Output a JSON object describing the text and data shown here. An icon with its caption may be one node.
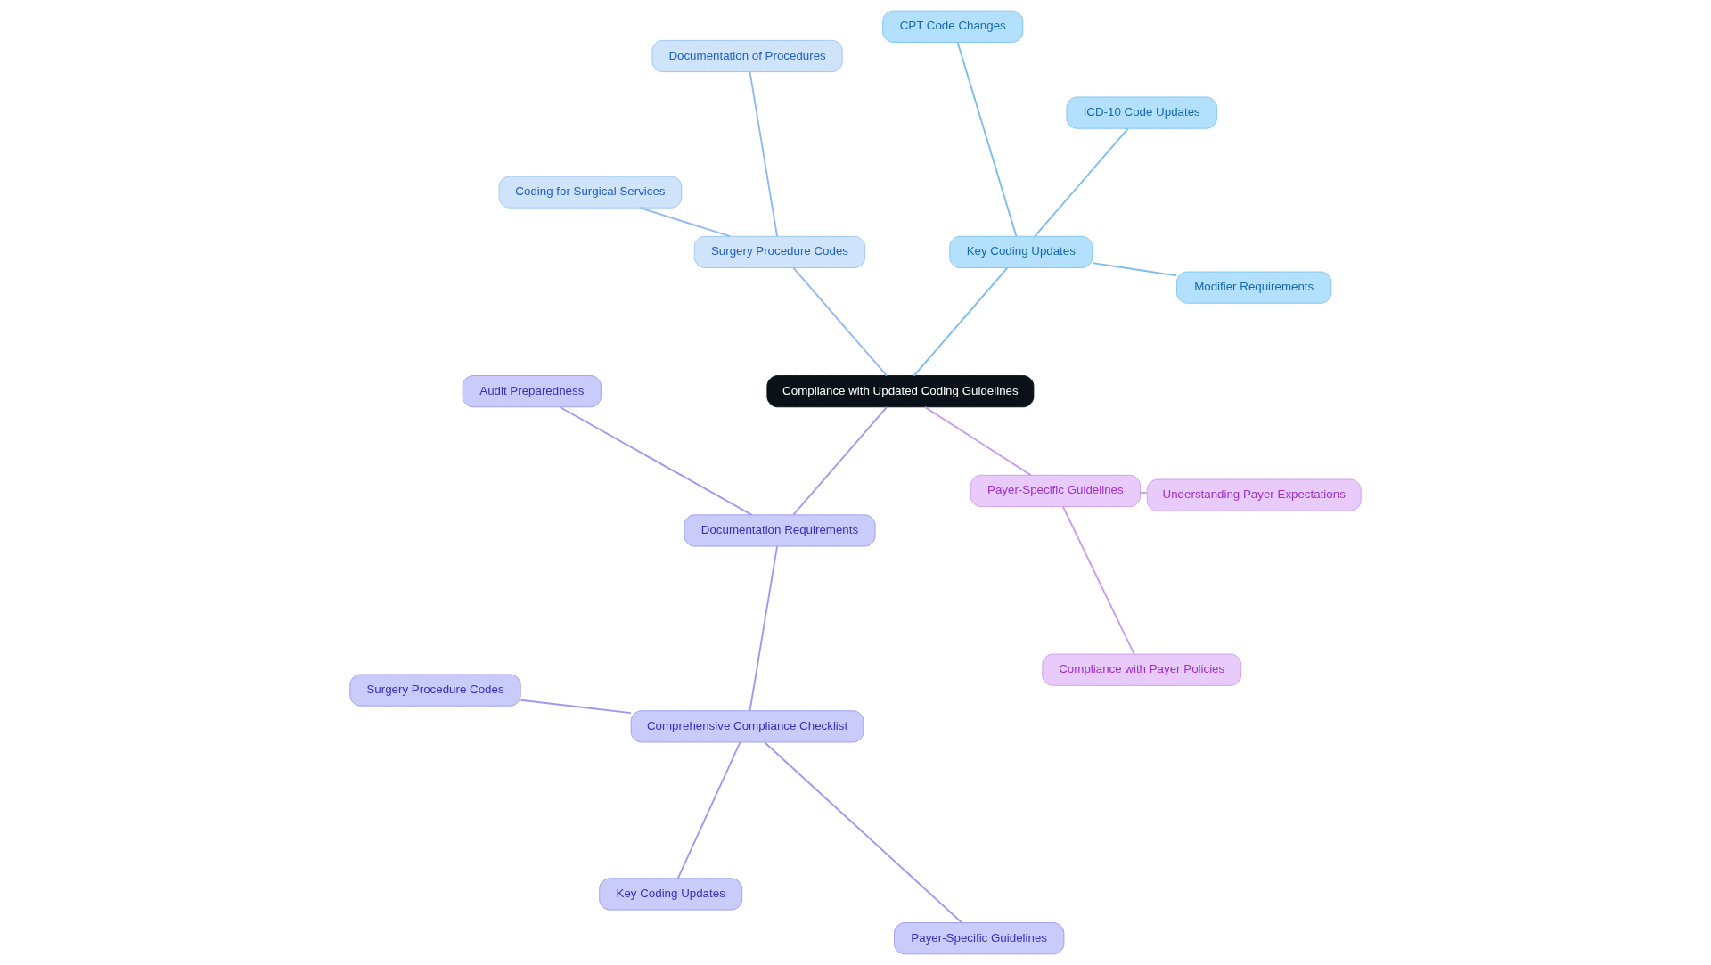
{
  "diagram": {
    "nodes": [
      {
        "text": [
          "Compliance with Updated Coding Guidelines"
        ]
      },
      {
        "text": [
          "Key Coding Updates"
        ]
      },
      {
        "text": [
          "Modifier Requirements"
        ]
      },
      {
        "text": [
          "ICD-10 Code Updates"
        ]
      },
      {
        "text": [
          "CPT Code Changes"
        ]
      },
      {
        "text": [
          "Surgery Procedure Codes"
        ]
      },
      {
        "text": [
          "Documentation of Procedures"
        ]
      },
      {
        "text": [
          "Coding for Surgical Services"
        ]
      },
      {
        "text": [
          "Documentation Requirements"
        ]
      },
      {
        "text": [
          "Audit Preparedness"
        ]
      },
      {
        "text": [
          "Comprehensive Compliance Checklist"
        ]
      },
      {
        "text": [
          "Surgery Procedure Codes"
        ]
      },
      {
        "text": [
          "Key Coding Updates"
        ]
      },
      {
        "text": [
          "Payer-Specific Guidelines"
        ]
      },
      {
        "text": [
          "Payer-Specific Guidelines"
        ]
      },
      {
        "text": [
          "Compliance with Payer Policies"
        ]
      },
      {
        "text": [
          "Understanding Payer Expectations"
        ]
      }
    ],
    "edges": [
      {
        "from": 0,
        "to": 1,
        "arrow": "none",
        "color": "#7cbdf0"
      },
      {
        "from": 1,
        "to": 2,
        "arrow": "none",
        "color": "#7cbdf0"
      },
      {
        "from": 1,
        "to": 3,
        "arrow": "none",
        "color": "#7cbdf0"
      },
      {
        "from": 1,
        "to": 4,
        "arrow": "none",
        "color": "#7cbdf0"
      },
      {
        "from": 0,
        "to": 5,
        "arrow": "none",
        "color": "#92b9f0"
      },
      {
        "from": 5,
        "to": 6,
        "arrow": "none",
        "color": "#92b9f0"
      },
      {
        "from": 5,
        "to": 7,
        "arrow": "none",
        "color": "#92b9f0"
      },
      {
        "from": 0,
        "to": 8,
        "arrow": "none"
      },
      {
        "from": 8,
        "to": 9,
        "arrow": "none"
      },
      {
        "from": 8,
        "to": 10,
        "arrow": "none"
      },
      {
        "from": 10,
        "to": 11,
        "arrow": "none"
      },
      {
        "from": 10,
        "to": 12,
        "arrow": "none"
      },
      {
        "from": 10,
        "to": 13,
        "arrow": "none"
      },
      {
        "from": 0,
        "to": 14,
        "arrow": "none",
        "color": "#c99cf0"
      },
      {
        "from": 14,
        "to": 15,
        "arrow": "none",
        "color": "#c99cf0"
      },
      {
        "from": 14,
        "to": 16,
        "arrow": "none",
        "color": "#c99cf0"
      }
    ]
  }
}
